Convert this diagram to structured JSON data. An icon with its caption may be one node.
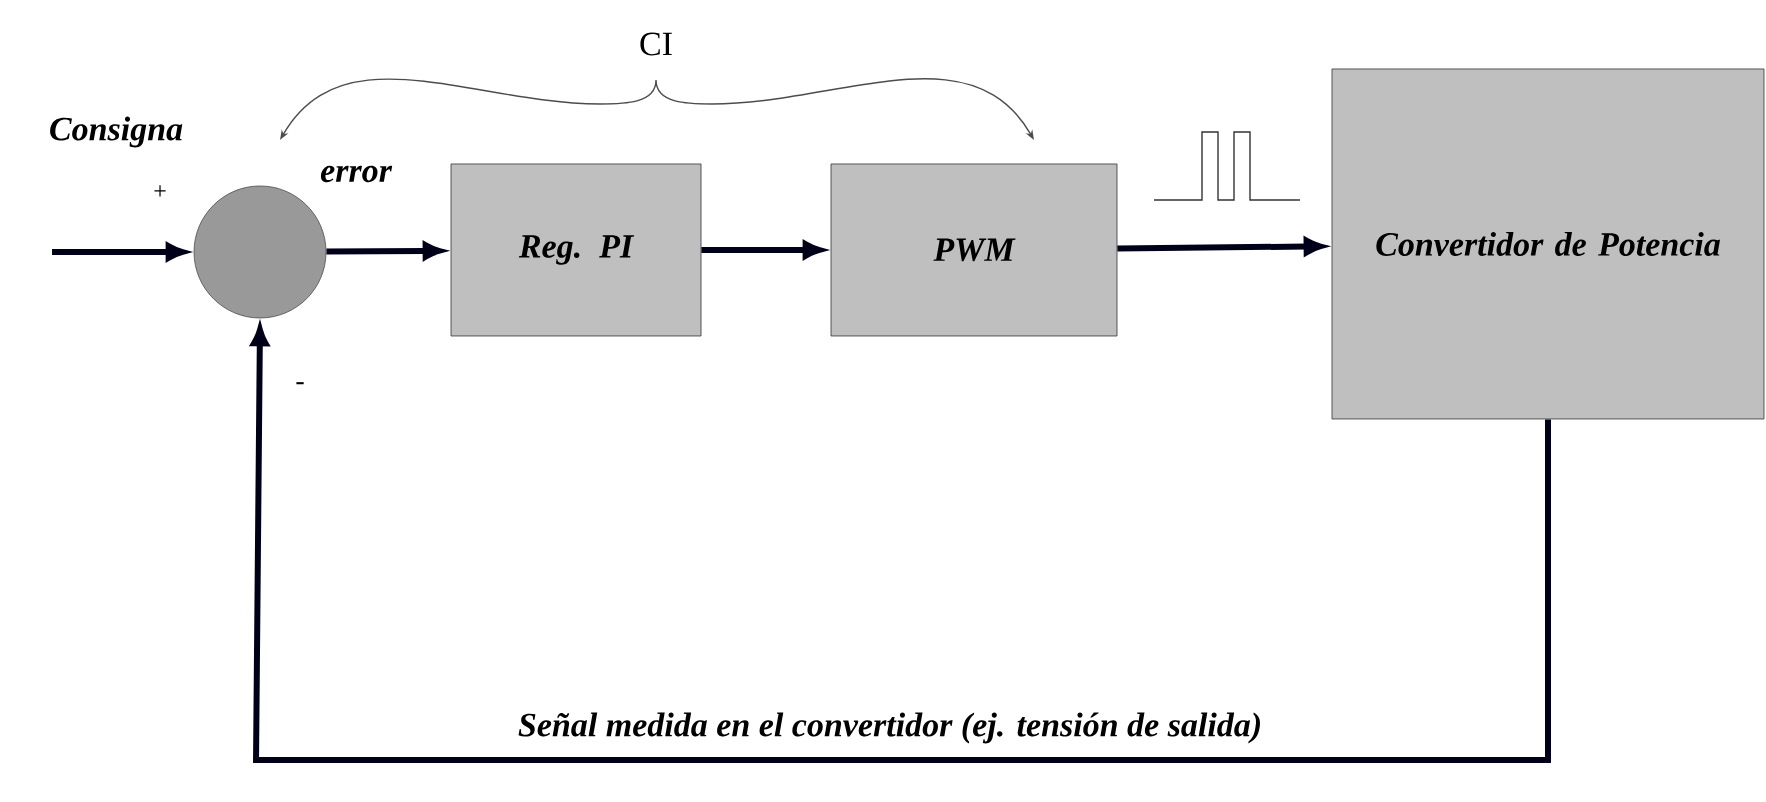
{
  "diagram": {
    "nodes": [
      {
        "text": [],
        "shape": "circle"
      },
      {
        "text": [
          "Reg. PI"
        ]
      },
      {
        "text": [
          "PWM"
        ]
      },
      {
        "text": [
          "Convertidor de Potencia"
        ]
      }
    ],
    "edges": [
      {
        "from": null,
        "to": 0,
        "arrow": "to",
        "label": "Consigna"
      },
      {
        "from": 0,
        "to": 1,
        "arrow": "to",
        "label": "error"
      },
      {
        "from": 1,
        "to": 2,
        "arrow": "to"
      },
      {
        "from": 2,
        "to": 3,
        "arrow": "to"
      },
      {
        "from": 3,
        "to": 0,
        "arrow": "to",
        "label": "Señal medida en el convertidor (ej. tensión de salida)"
      }
    ],
    "labels": [
      "CI",
      "+",
      "-"
    ]
  }
}
